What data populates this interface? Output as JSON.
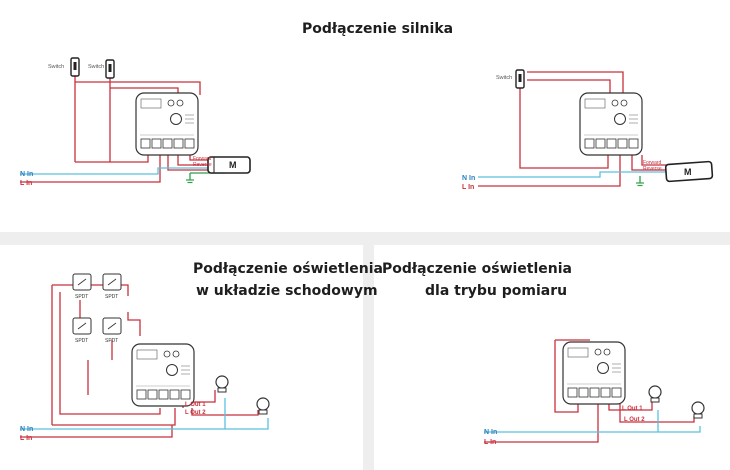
{
  "titles": {
    "motor": "Podłączenie silnika",
    "staircase": [
      "Podłączenie oświetlenia",
      "w układzie schodowym"
    ],
    "metering": [
      "Podłączenie oświetlenia",
      "dla trybu pomiaru"
    ]
  },
  "labels": {
    "n_in": "N In",
    "l_in": "L In",
    "switch": "Switch",
    "spdt": "SPDT",
    "motor": "M",
    "forward": "Forward",
    "reverse": "Reverse",
    "l_out_1": "L Out 1",
    "l_out_2": "L Out 2"
  },
  "colors": {
    "background": "#eeeeef",
    "panel": "#ffffff",
    "title": "#1e1e1e",
    "neutral_wire": "#5bc0de",
    "live_wire": "#c8303c",
    "ground_wire": "#2e9e4a",
    "device_stroke": "#333333",
    "label_neutral": "#2a7fc0",
    "label_live": "#c8303c"
  }
}
